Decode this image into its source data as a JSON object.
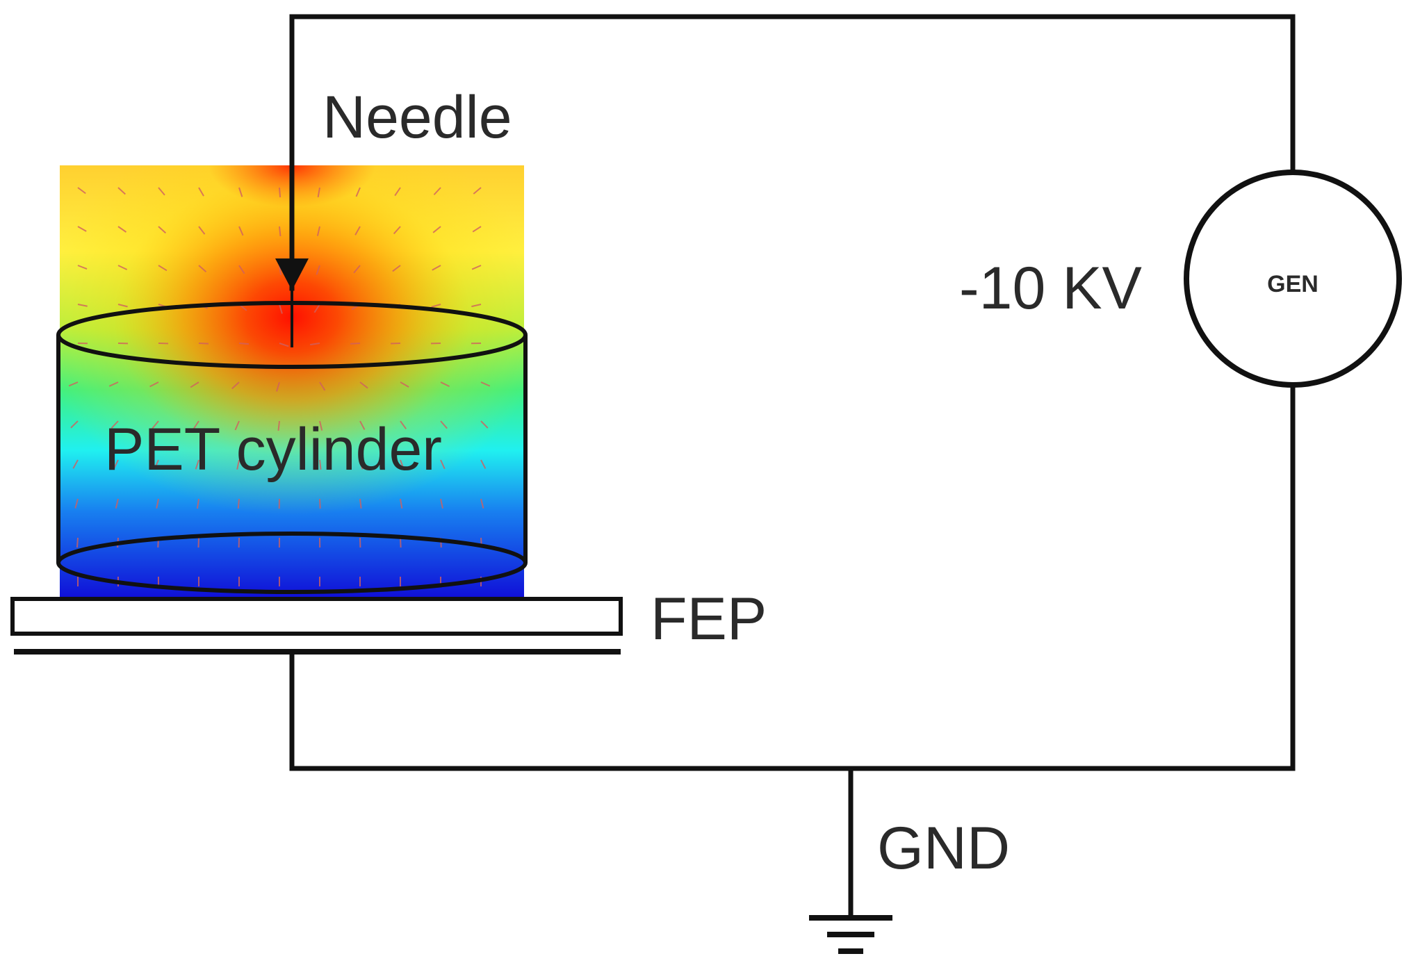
{
  "labels": {
    "needle": "Needle",
    "cylinder": "PET cylinder",
    "fep": "FEP",
    "voltage": "-10 KV",
    "generator": "GEN",
    "ground": "GND"
  },
  "colors": {
    "wire": "#111111",
    "field_low": "#1010e0",
    "field_mid": "#20f0f0",
    "field_high": "#ff2000",
    "field_arrow": "#d06060"
  },
  "icons": [
    "ground-symbol-icon",
    "arrow-down-icon",
    "generator-circle-icon"
  ]
}
